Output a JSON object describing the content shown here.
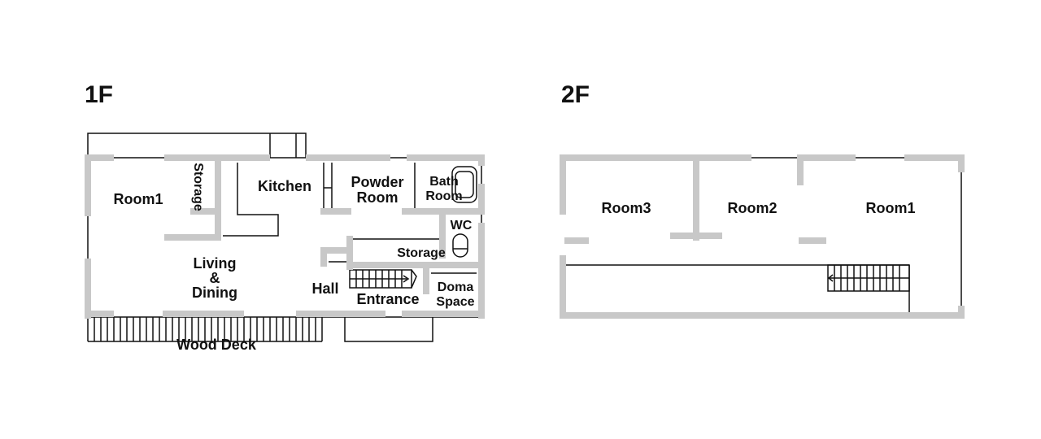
{
  "floor1": {
    "title": "1F",
    "rooms": {
      "room1": "Room1",
      "storage_vertical": "Storage",
      "kitchen": "Kitchen",
      "powder_room": [
        "Powder",
        "Room"
      ],
      "bath_room": [
        "Bath",
        "Room"
      ],
      "wc": "WC",
      "storage": "Storage",
      "living_dining": [
        "Living",
        "&",
        "Dining"
      ],
      "hall": "Hall",
      "entrance": "Entrance",
      "doma_space": [
        "Doma",
        "Space"
      ],
      "wood_deck": "Wood Deck"
    }
  },
  "floor2": {
    "title": "2F",
    "rooms": {
      "room3": "Room3",
      "room2": "Room2",
      "room1": "Room1"
    }
  }
}
